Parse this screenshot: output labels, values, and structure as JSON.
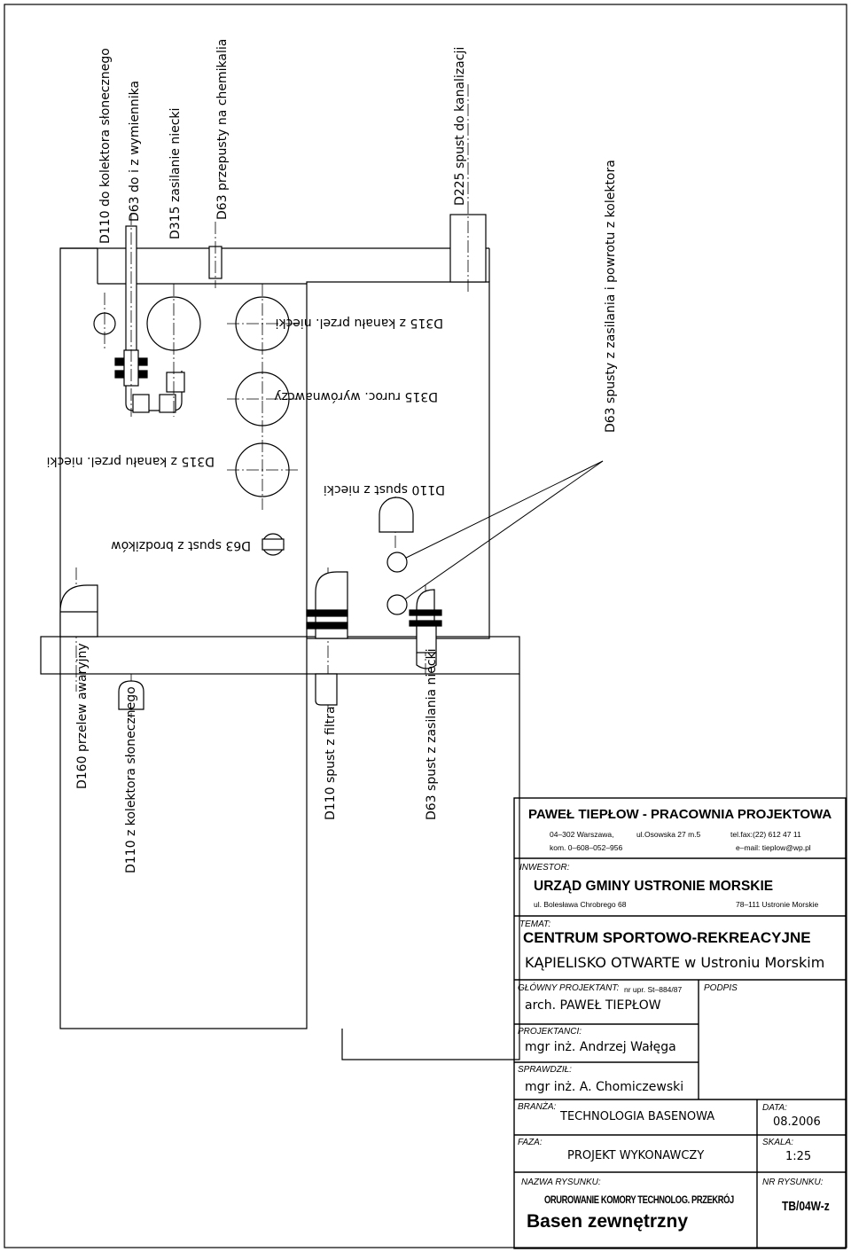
{
  "labels_rotated": {
    "d110_kolektora": "D110 do kolektora słonecznego",
    "d63_wymiennika": "D63 do i z wymiennika",
    "d315_zasilanie": "D315 zasilanie niecki",
    "d63_przepusty": "D63 przepusty na chemikalia",
    "d225_kanalizacji": "D225 spust do kanalizacji",
    "d63_spusty_kolektora": "D63 spusty z zasilania i powrotu z kolektora",
    "d160_przelew": "D160 przelew awaryjny",
    "d110_z_kolektora": "D110 z kolektora słonecznego",
    "d110_filtra": "D110 spust z filtra",
    "d63_spust_zasilania": "D63 spust z zasilania niecki"
  },
  "labels_upside": {
    "d315_kanalu_right": "D315 z kanału przel. niecki",
    "d315_rurociag": "D315 ruroc. wyrównawczy",
    "d315_kanalu_left": "D315 z kanału przel. niecki",
    "d110_spust_niecki": "D110 spust z niecki",
    "d63_brodzikow": "D63 spust z brodzików"
  },
  "title_block": {
    "firm": "PAWEŁ TIEPŁOW - PRACOWNIA PROJEKTOWA",
    "address": "04–302 Warszawa,",
    "street": "ul.Osowska 27 m.5",
    "phone": "tel.fax:(22) 612 47 11",
    "mobile": "kom. 0–608–052–956",
    "email": "e–mail: tieplow@wp.pl",
    "investor_label": "INWESTOR:",
    "investor": "URZĄD GMINY USTRONIE MORSKIE",
    "investor_street": "ul. Bolesława Chrobrego 68",
    "investor_city": "78–111 Ustronie Morskie",
    "topic_label": "TEMAT:",
    "topic_main": "CENTRUM SPORTOWO-REKREACYJNE",
    "topic_sub": "KĄPIELISKO OTWARTE w Ustroniu Morskim",
    "chief_label": "GŁÓWNY PROJEKTANT:",
    "chief_nr": "nr upr. St–884/87",
    "sign_label": "PODPIS",
    "chief_name": "arch. PAWEŁ TIEPŁOW",
    "designers_label": "PROJEKTANCI:",
    "designer_name": "mgr inż. Andrzej Wałęga",
    "checked_label": "SPRAWDZIŁ:",
    "checked_name": "mgr inż. A. Chomiczewski",
    "branch_label": "BRANŻA:",
    "branch": "TECHNOLOGIA BASENOWA",
    "date_label": "DATA:",
    "date": "08.2006",
    "phase_label": "FAZA:",
    "phase": "PROJEKT WYKONAWCZY",
    "scale_label": "SKALA:",
    "scale": "1:25",
    "drawing_name_label": "NAZWA RYSUNKU:",
    "drawing_name": "ORUROWANIE KOMORY TECHNOLOG.  PRZEKRÓJ",
    "drawing_sub": "Basen zewnętrzny",
    "drawing_nr_label": "NR RYSUNKU:",
    "drawing_nr": "TB/04W-z"
  }
}
